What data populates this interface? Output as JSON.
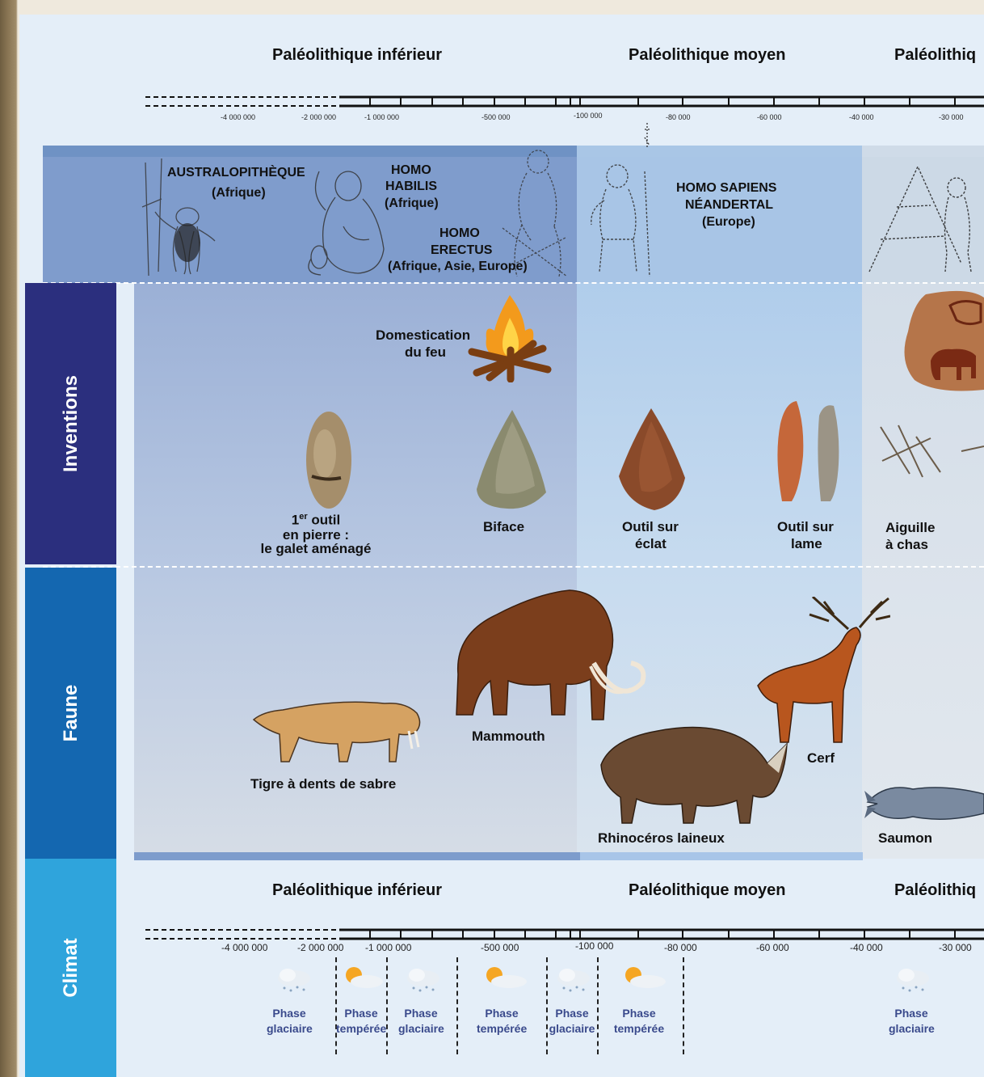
{
  "periods": {
    "lower": "Paléolithique inférieur",
    "middle": "Paléolithique moyen",
    "upper_partial": "Paléolithiq"
  },
  "timeline_ticks_small": [
    "-4 000 000",
    "-2 000 000",
    "-1 000 000",
    "-500 000",
    "-100 000",
    "-80 000",
    "-60 000",
    "-40 000",
    "-30 000"
  ],
  "timeline_ticks_large": [
    "-4 000 000",
    "-2 000 000",
    "-1 000 000",
    "-500 000",
    "-100 000",
    "-80 000",
    "-60 000",
    "-40 000",
    "-30 000"
  ],
  "sections": {
    "inventions": "Inventions",
    "faune": "Faune",
    "climat": "Climat"
  },
  "hominids": {
    "australopitheque_name": "AUSTRALOPITHÈQUE",
    "australopitheque_region": "(Afrique)",
    "habilis_line1": "HOMO",
    "habilis_line2": "HABILIS",
    "habilis_region": "(Afrique)",
    "erectus_line1": "HOMO",
    "erectus_line2": "ERECTUS",
    "erectus_region": "(Afrique, Asie, Europe)",
    "neandertal_line1": "HOMO SAPIENS",
    "neandertal_line2": "NÉANDERTAL",
    "neandertal_region": "(Europe)"
  },
  "inventions": {
    "feu_line1": "Domestication",
    "feu_line2": "du feu",
    "galet_num": "1",
    "galet_sup": "er",
    "galet_line1": " outil",
    "galet_line2": "en pierre :",
    "galet_line3": "le galet aménagé",
    "biface": "Biface",
    "eclat_line1": "Outil sur",
    "eclat_line2": "éclat",
    "lame_line1": "Outil sur",
    "lame_line2": "lame",
    "aiguille_line1": "Aiguille",
    "aiguille_line2": "à chas"
  },
  "faune": {
    "tigre": "Tigre à dents de sabre",
    "mammouth": "Mammouth",
    "rhino": "Rhinocéros laineux",
    "cerf": "Cerf",
    "saumon": "Saumon"
  },
  "climat": {
    "phases": [
      {
        "l1": "Phase",
        "l2": "glaciaire",
        "icon": "snow-cloud-icon"
      },
      {
        "l1": "Phase",
        "l2": "tempérée",
        "icon": "sun-cloud-icon"
      },
      {
        "l1": "Phase",
        "l2": "glaciaire",
        "icon": "snow-cloud-icon"
      },
      {
        "l1": "Phase",
        "l2": "tempérée",
        "icon": "sun-cloud-icon"
      },
      {
        "l1": "Phase",
        "l2": "glaciaire",
        "icon": "snow-cloud-icon"
      },
      {
        "l1": "Phase",
        "l2": "tempérée",
        "icon": "sun-cloud-icon"
      },
      {
        "l1": "Phase",
        "l2": "glaciaire",
        "icon": "snow-cloud-icon"
      }
    ]
  },
  "colors": {
    "inventions_bar": "#2b2f7e",
    "faune_bar": "#1467b0",
    "climat_bar": "#2fa4dc"
  }
}
